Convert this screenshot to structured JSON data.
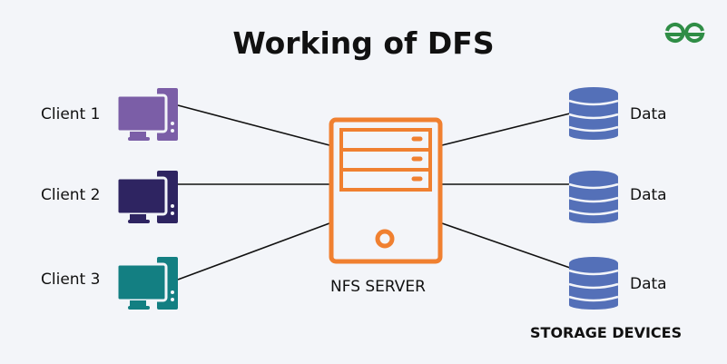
{
  "title": "Working of DFS",
  "logo": {
    "text": "GfG",
    "color": "#2f8d46"
  },
  "clients": [
    {
      "label": "Client 1",
      "color": "#7b5ea7"
    },
    {
      "label": "Client 2",
      "color": "#2e2461"
    },
    {
      "label": "Client 3",
      "color": "#137f82"
    }
  ],
  "server": {
    "label": "NFS SERVER",
    "color": "#f08030"
  },
  "data_nodes": [
    {
      "label": "Data"
    },
    {
      "label": "Data"
    },
    {
      "label": "Data"
    }
  ],
  "storage_label": "STORAGE DEVICES",
  "db_color": "#5470b8"
}
